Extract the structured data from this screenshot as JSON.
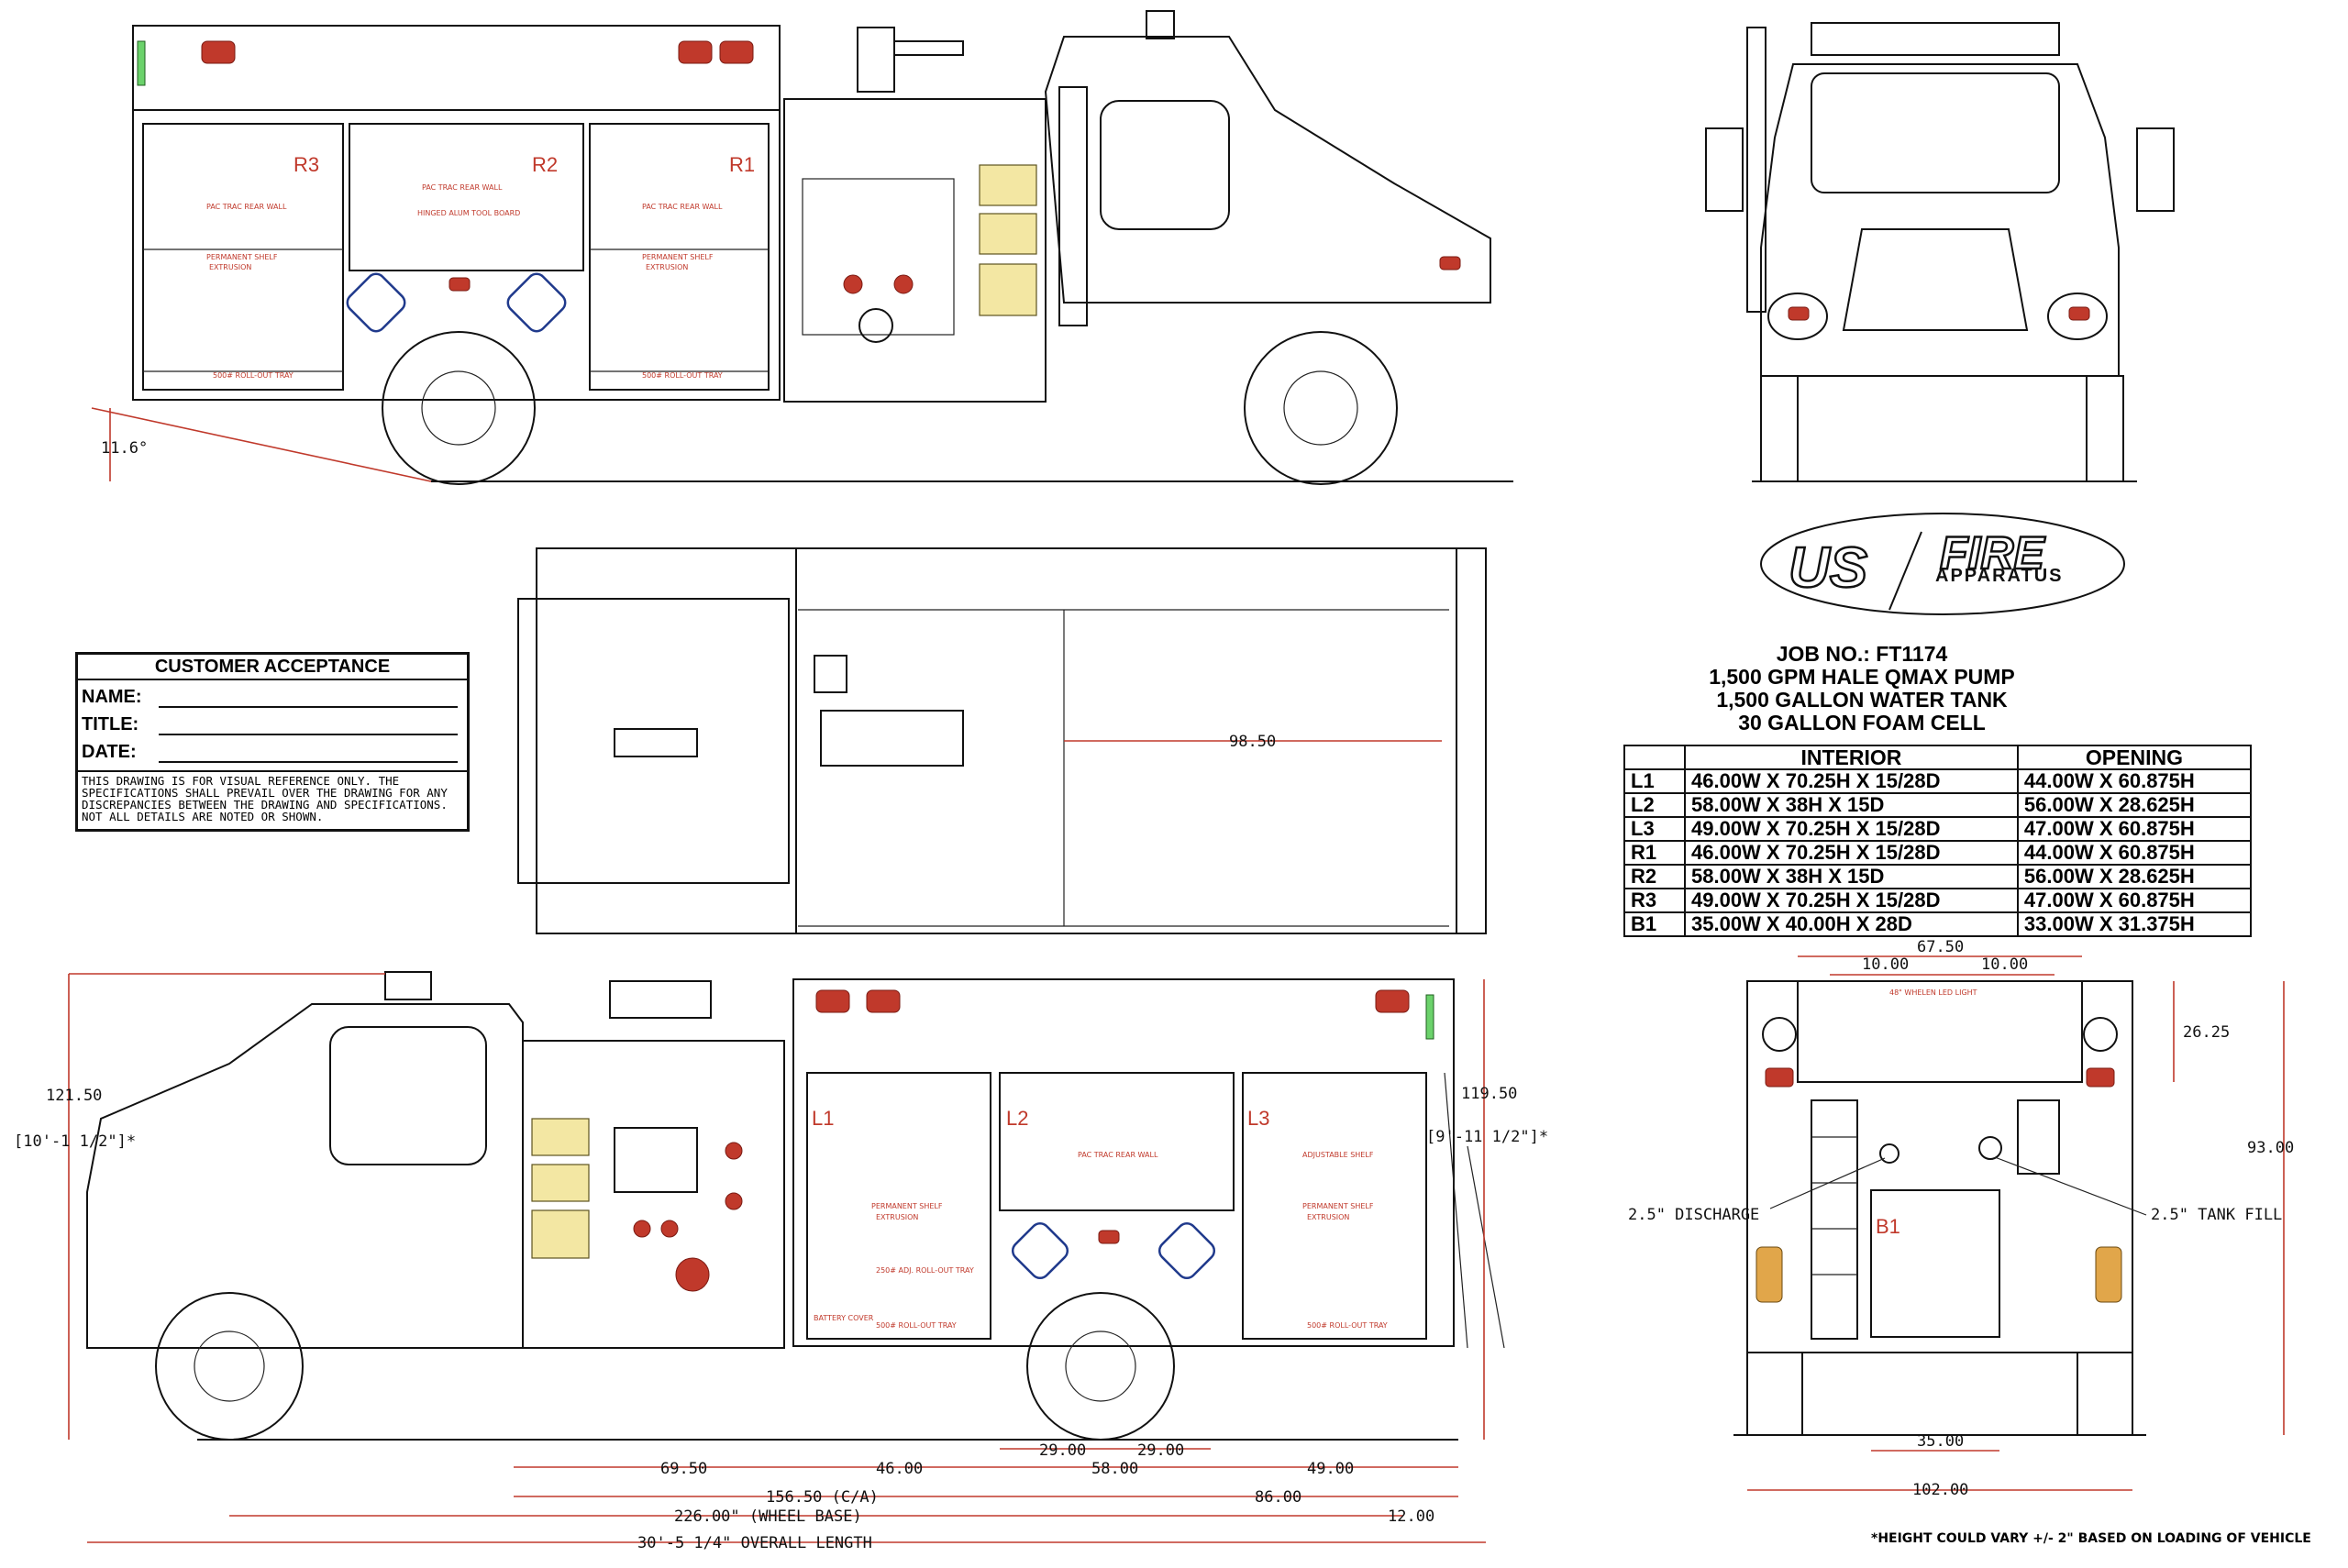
{
  "acceptance": {
    "title": "CUSTOMER ACCEPTANCE",
    "fields": [
      "NAME:",
      "TITLE:",
      "DATE:"
    ],
    "disclaimer": "THIS DRAWING IS FOR VISUAL REFERENCE ONLY. THE SPECIFICATIONS SHALL PREVAIL OVER THE DRAWING FOR ANY DISCREPANCIES BETWEEN THE DRAWING AND SPECIFICATIONS. NOT ALL DETAILS ARE NOTED OR SHOWN."
  },
  "logo": {
    "word1": "US",
    "word2": "FIRE",
    "word3": "APPARATUS"
  },
  "job": {
    "number": "JOB NO.: FT1174",
    "line1": "1,500 GPM HALE QMAX PUMP",
    "line2": "1,500 GALLON WATER TANK",
    "line3": "30 GALLON FOAM CELL"
  },
  "compartments": {
    "headers": [
      "",
      "INTERIOR",
      "OPENING"
    ],
    "rows": [
      [
        "L1",
        "46.00W X 70.25H X 15/28D",
        "44.00W X 60.875H"
      ],
      [
        "L2",
        "58.00W X 38H X 15D",
        "56.00W X 28.625H"
      ],
      [
        "L3",
        "49.00W X 70.25H X 15/28D",
        "47.00W X 60.875H"
      ],
      [
        "R1",
        "46.00W X 70.25H X 15/28D",
        "44.00W X 60.875H"
      ],
      [
        "R2",
        "58.00W X 38H X 15D",
        "56.00W X 28.625H"
      ],
      [
        "R3",
        "49.00W X 70.25H X 15/28D",
        "47.00W X 60.875H"
      ],
      [
        "B1",
        "35.00W X 40.00H X 28D",
        "33.00W X 31.375H"
      ]
    ]
  },
  "curbside": {
    "labels": {
      "r3": "R3",
      "r2": "R2",
      "r1": "R1"
    },
    "angle": "11.6°",
    "notes": {
      "r3_wall": "PAC TRAC REAR WALL",
      "r2_wall": "PAC TRAC REAR WALL",
      "r2_board": "HINGED ALUM TOOL BOARD",
      "r1_wall": "PAC TRAC REAR WALL",
      "shelf": "PERMANENT SHELF",
      "extrusion": "EXTRUSION",
      "tray": "500# ROLL-OUT TRAY"
    }
  },
  "top_view": {
    "dim": "98.50"
  },
  "streetside": {
    "labels": {
      "l1": "L1",
      "l2": "L2",
      "l3": "L3"
    },
    "height": "121.50",
    "height_ft": "[10'-1 1/2\"]*",
    "rear_height": "119.50",
    "rear_height_ft": "[9'-11 1/2\"]*",
    "notes": {
      "l2_wall": "PAC TRAC REAR WALL",
      "adj_shelf": "ADJUSTABLE SHELF",
      "perm_shelf": "PERMANENT SHELF",
      "extrusion": "EXTRUSION",
      "roll_tray": "250# ADJ. ROLL-OUT TRAY",
      "tray": "500# ROLL-OUT TRAY",
      "battery": "BATTERY COVER"
    },
    "dims": {
      "d6950": "69.50",
      "d4600": "46.00",
      "d2900a": "29.00",
      "d2900b": "29.00",
      "d5800": "58.00",
      "d4900": "49.00",
      "d15650": "156.50 (C/A)",
      "d8600": "86.00",
      "wheelbase": "226.00\" (WHEEL BASE)",
      "overhang": "12.00",
      "overall": "30'-5 1/4\" OVERALL LENGTH"
    }
  },
  "rear": {
    "b1": "B1",
    "d6750": "67.50",
    "d1000a": "10.00",
    "d1000b": "10.00",
    "d2625": "26.25",
    "d9300": "93.00",
    "d3500": "35.00",
    "d10200": "102.00",
    "discharge": "2.5\" DISCHARGE",
    "tank_fill": "2.5\" TANK FILL",
    "light_note": "48\" WHELEN LED LIGHT"
  },
  "footnote": "*HEIGHT COULD VARY +/- 2\" BASED ON LOADING OF VEHICLE",
  "colors": {
    "dimension": "#c0392b",
    "lights": "#c0392b",
    "accent_blue": "#203a8c"
  }
}
